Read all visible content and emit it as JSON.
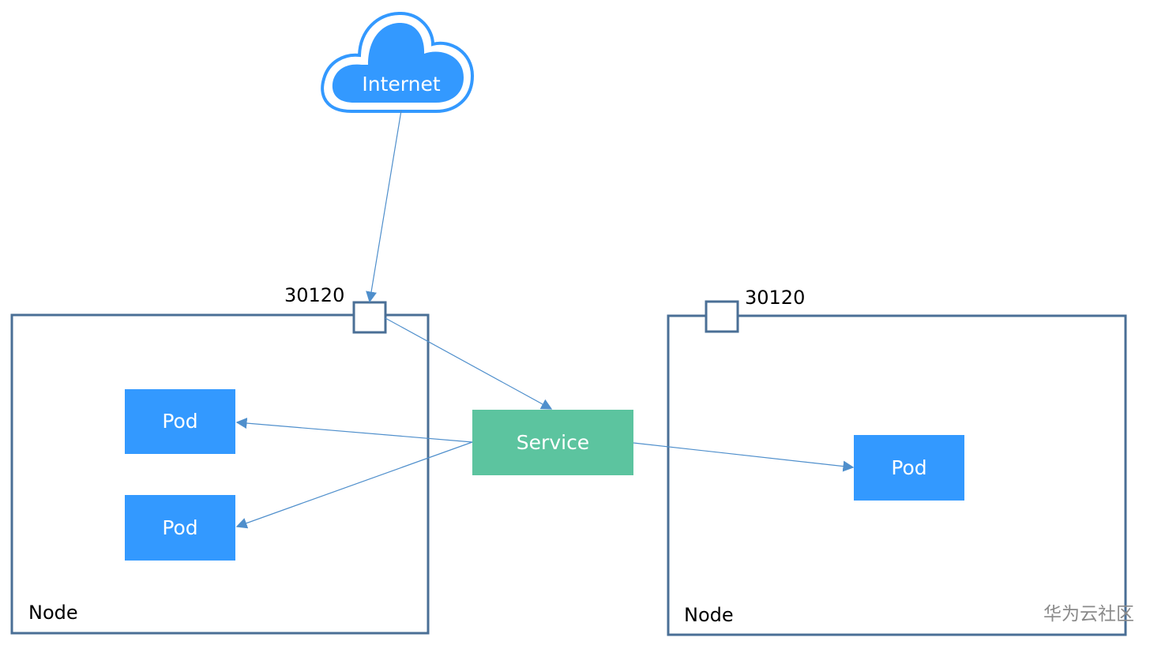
{
  "colors": {
    "node_border": "#4a6f96",
    "pod_fill": "#3399ff",
    "service_fill": "#5cc49f",
    "cloud_fill": "#3399ff",
    "arrow": "#4f8fcc"
  },
  "internet": {
    "label": "Internet",
    "icon": "cloud-icon"
  },
  "nodes": [
    {
      "label": "Node",
      "port": "30120"
    },
    {
      "label": "Node",
      "port": "30120"
    }
  ],
  "service": {
    "label": "Service"
  },
  "pods": [
    {
      "label": "Pod"
    },
    {
      "label": "Pod"
    },
    {
      "label": "Pod"
    }
  ],
  "watermark": "华为云社区"
}
